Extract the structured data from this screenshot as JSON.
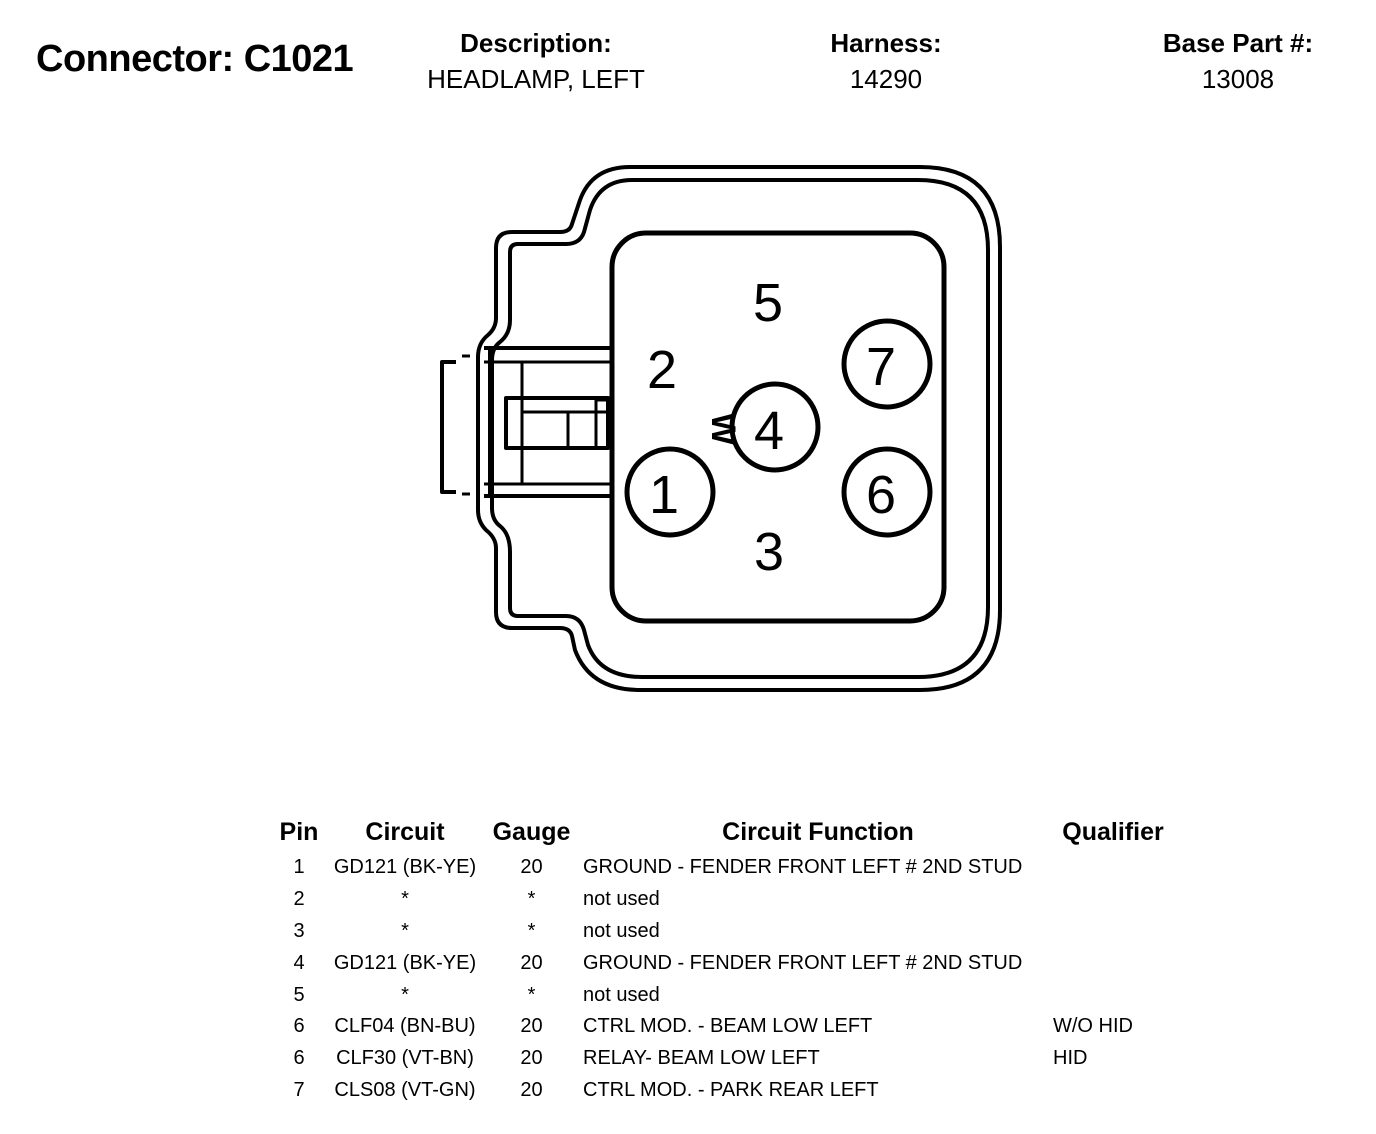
{
  "header": {
    "connector_label": "Connector: C1021",
    "description_label": "Description:",
    "description_value": "HEADLAMP, LEFT",
    "harness_label": "Harness:",
    "harness_value": "14290",
    "base_part_label": "Base Part #:",
    "base_part_value": "13008"
  },
  "connector": {
    "cavity_labels": [
      "1",
      "2",
      "3",
      "4",
      "5",
      "6",
      "7"
    ],
    "side_mark": "W"
  },
  "table": {
    "headers": [
      "Pin",
      "Circuit",
      "Gauge",
      "Circuit Function",
      "Qualifier"
    ],
    "rows": [
      {
        "pin": "1",
        "circuit": "GD121 (BK-YE)",
        "gauge": "20",
        "function": "GROUND - FENDER FRONT LEFT # 2ND STUD",
        "qualifier": ""
      },
      {
        "pin": "2",
        "circuit": "*",
        "gauge": "*",
        "function": "not used",
        "qualifier": ""
      },
      {
        "pin": "3",
        "circuit": "*",
        "gauge": "*",
        "function": "not used",
        "qualifier": ""
      },
      {
        "pin": "4",
        "circuit": "GD121 (BK-YE)",
        "gauge": "20",
        "function": "GROUND - FENDER FRONT LEFT # 2ND STUD",
        "qualifier": ""
      },
      {
        "pin": "5",
        "circuit": "*",
        "gauge": "*",
        "function": "not used",
        "qualifier": ""
      },
      {
        "pin": "6",
        "circuit": "CLF04 (BN-BU)",
        "gauge": "20",
        "function": "CTRL MOD. - BEAM LOW LEFT",
        "qualifier": "W/O HID"
      },
      {
        "pin": "6",
        "circuit": "CLF30 (VT-BN)",
        "gauge": "20",
        "function": "RELAY- BEAM LOW LEFT",
        "qualifier": "HID"
      },
      {
        "pin": "7",
        "circuit": "CLS08 (VT-GN)",
        "gauge": "20",
        "function": "CTRL MOD. - PARK REAR LEFT",
        "qualifier": ""
      }
    ]
  }
}
